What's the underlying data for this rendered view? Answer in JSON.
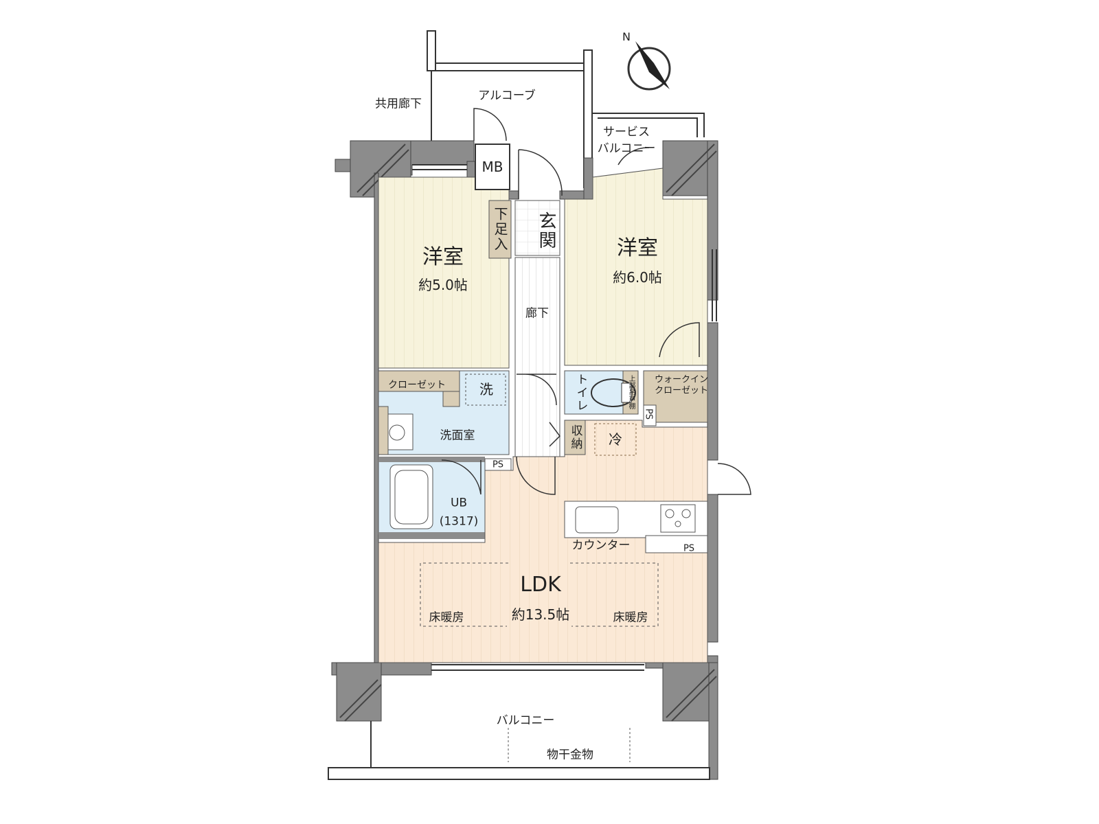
{
  "labels": {
    "corridor_common": "共用廊下",
    "alcove": "アルコーブ",
    "service_balcony": "サービス\nバルコニー",
    "service_balcony_l1": "サービス",
    "service_balcony_l2": "バルコニー",
    "mb": "MB",
    "shoe_box": "下足入",
    "entrance": "玄関",
    "bedroom_left": "洋室",
    "bedroom_left_size": "約5.0帖",
    "bedroom_right": "洋室",
    "bedroom_right_size": "約6.0帖",
    "hallway": "廊下",
    "closet": "クローゼット",
    "washer": "洗",
    "washroom": "洗面室",
    "toilet": "トイレ",
    "upper_cabinet": "上部吊戸棚",
    "walkin_l1": "ウォークイン",
    "walkin_l2": "クローゼット",
    "ps1": "PS",
    "ps2": "PS",
    "ps3": "PS",
    "storage": "収納",
    "fridge": "冷",
    "ub": "UB",
    "ub_size": "(1317)",
    "counter": "カウンター",
    "ldk": "LDK",
    "ldk_size": "約13.5帖",
    "floor_heating_left": "床暖房",
    "floor_heating_right": "床暖房",
    "balcony": "バルコニー",
    "clothes_rack": "物干金物",
    "north": "N"
  },
  "colors": {
    "wall": "#8c8c8c",
    "bedroom": "#f7f3dc",
    "wet_area": "#dcedf7",
    "storage": "#d9cdb5",
    "ldk": "#fbe9d6"
  },
  "icons": [
    "compass-icon",
    "sink-icon",
    "bathtub-icon",
    "kitchen-sink-icon",
    "stove-icon",
    "toilet-icon"
  ]
}
